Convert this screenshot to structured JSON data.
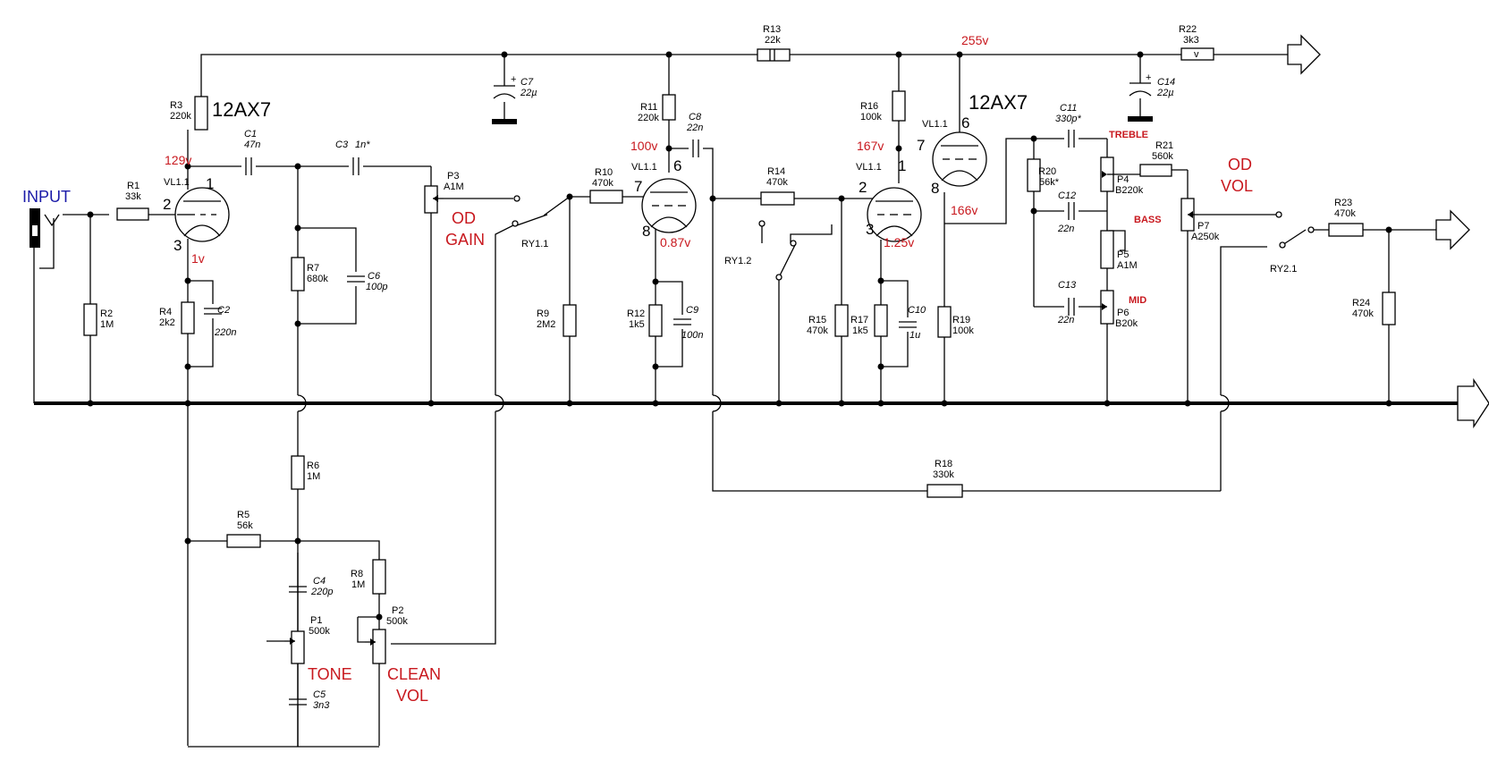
{
  "tubes": {
    "v1_type": "12AX7",
    "v2_type": "12AX7"
  },
  "sections": [
    {
      "ref": "VL1.1",
      "pins": [
        "1",
        "2",
        "3"
      ]
    },
    {
      "ref": "VL1.1",
      "pins": [
        "6",
        "7",
        "8"
      ]
    },
    {
      "ref": "VL1.1",
      "pins": [
        "1",
        "2",
        "3"
      ]
    },
    {
      "ref": "VL1.1",
      "pins": [
        "6",
        "7",
        "8"
      ]
    }
  ],
  "resistors": [
    {
      "ref": "R1",
      "value": "33k"
    },
    {
      "ref": "R2",
      "value": "1M"
    },
    {
      "ref": "R3",
      "value": "220k"
    },
    {
      "ref": "R4",
      "value": "2k2"
    },
    {
      "ref": "R5",
      "value": "56k"
    },
    {
      "ref": "R6",
      "value": "1M"
    },
    {
      "ref": "R7",
      "value": "680k"
    },
    {
      "ref": "R8",
      "value": "1M"
    },
    {
      "ref": "R9",
      "value": "2M2"
    },
    {
      "ref": "R10",
      "value": "470k"
    },
    {
      "ref": "R11",
      "value": "220k"
    },
    {
      "ref": "R12",
      "value": "1k5"
    },
    {
      "ref": "R13",
      "value": "22k"
    },
    {
      "ref": "R14",
      "value": "470k"
    },
    {
      "ref": "R15",
      "value": "470k"
    },
    {
      "ref": "R16",
      "value": "100k"
    },
    {
      "ref": "R17",
      "value": "1k5"
    },
    {
      "ref": "R18",
      "value": "330k"
    },
    {
      "ref": "R19",
      "value": "100k"
    },
    {
      "ref": "R20",
      "value": "56k*"
    },
    {
      "ref": "R21",
      "value": "560k"
    },
    {
      "ref": "R22",
      "value": "3k3"
    },
    {
      "ref": "R23",
      "value": "470k"
    },
    {
      "ref": "R24",
      "value": "470k"
    }
  ],
  "capacitors": [
    {
      "ref": "C1",
      "value": "47n"
    },
    {
      "ref": "C2",
      "value": "220n"
    },
    {
      "ref": "C3",
      "value": "1n*"
    },
    {
      "ref": "C4",
      "value": "220p"
    },
    {
      "ref": "C5",
      "value": "3n3"
    },
    {
      "ref": "C6",
      "value": "100p"
    },
    {
      "ref": "C7",
      "value": "22µ"
    },
    {
      "ref": "C8",
      "value": "22n"
    },
    {
      "ref": "C9",
      "value": "100n"
    },
    {
      "ref": "C10",
      "value": "1u"
    },
    {
      "ref": "C11",
      "value": "330p*"
    },
    {
      "ref": "C12",
      "value": "22n"
    },
    {
      "ref": "C13",
      "value": "22n"
    },
    {
      "ref": "C14",
      "value": "22µ"
    }
  ],
  "pots": [
    {
      "ref": "P1",
      "value": "500k"
    },
    {
      "ref": "P2",
      "value": "500k"
    },
    {
      "ref": "P3",
      "value": "A1M"
    },
    {
      "ref": "P4",
      "value": "B220k"
    },
    {
      "ref": "P5",
      "value": "A1M"
    },
    {
      "ref": "P6",
      "value": "B20k"
    },
    {
      "ref": "P7",
      "value": "A250k"
    }
  ],
  "relays": [
    "RY1.1",
    "RY1.2",
    "RY2.1"
  ],
  "voltages": {
    "v129": "129v",
    "v1": "1v",
    "v100": "100v",
    "v087": "0.87v",
    "v167": "167v",
    "v125": "1.25v",
    "v166": "166v",
    "v255": "255v"
  },
  "controls": {
    "od_gain": [
      "OD",
      "GAIN"
    ],
    "tone": "TONE",
    "clean_vol": [
      "CLEAN",
      "VOL"
    ],
    "od_vol": [
      "OD",
      "VOL"
    ],
    "treble": "TREBLE",
    "bass": "BASS",
    "mid": "MID"
  },
  "input_label": "INPUT",
  "polarity_plus": "+",
  "r22_marker": "v"
}
